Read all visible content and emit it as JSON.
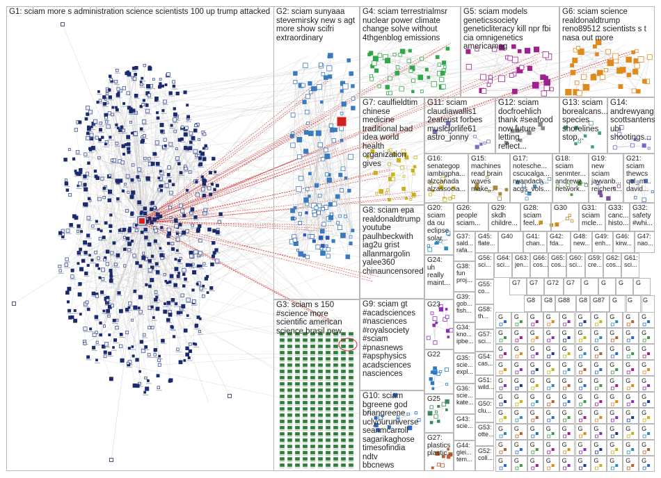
{
  "groups": [
    {
      "id": "G1",
      "text": "G1: sciam more s administration science scientists 100 up trump attacked"
    },
    {
      "id": "G2",
      "text": "G2: sciam sunyaaa\nstevemirsky new s agt\nmore show scifri\nextraordinary"
    },
    {
      "id": "G3",
      "text": "G3: sciam s 150\n#science more\nscientific american\nscience brasil new"
    },
    {
      "id": "G4",
      "text": "G4: sciam terrestrialmsr\nnuclear power climate\nchange solve without\n4thgenblog emissions"
    },
    {
      "id": "G5",
      "text": "G5: sciam models\ngeneticssociety\ngeneticliteracy kill npr fbi\ncia omnigenetics\namericamag"
    },
    {
      "id": "G6",
      "text": "G6: sciam science\nrealdonaldtrump\nreno89512 scientists s t\nnasa out more"
    },
    {
      "id": "G7",
      "text": "G7: caulfieldtim\nchinese medicine\ntraditional bad\nidea world health\norganization\ngives"
    },
    {
      "id": "G8",
      "text": "G8: sciam epa\nrealdonaldtrump\nyoutube\npaulhbeckwith\niag2u grist\nallanmargolin\nyalee360\nchinauncensored"
    },
    {
      "id": "G9",
      "text": "G9: sciam gt\n#acadsciences\n#nasciences\n#royalsociety\n#sciam\n#pnasnews\n#apsphysics\nacadsciences\nnasciences"
    },
    {
      "id": "G10",
      "text": "G10: sciam\nbgreene god\nbriangreene\nuclyouruniverse\nseanmcarroll\nsagarikaghose\ntimesofindia ndtv\nbbcnews"
    },
    {
      "id": "G11",
      "text": "G11: sciam\nclaudiawallis1\n2eaterist forbes\nmusicforlife61\nastro_jonny"
    },
    {
      "id": "G12",
      "text": "G12: sciam\ndocfroehlich\nthank #seafood\nnow future letting\nreflect..."
    },
    {
      "id": "G13",
      "text": "G13: sciam\nborealcans...\nspecies\nshorelines\nstop..."
    },
    {
      "id": "G14",
      "text": "G14:\nandrewyang\nscottsantens\nubi\nshootings..."
    },
    {
      "id": "G15",
      "text": "G15:\nmachines\nread brain\nwaves\nmake..."
    },
    {
      "id": "G16",
      "text": "G16:\nsenategop\niambigpha...\nalzcanada\nalzassocia..."
    },
    {
      "id": "G17",
      "text": "G17:\nnotesche...\ncscucalga...\nrwandach...\nacgs_vols..."
    },
    {
      "id": "G18",
      "text": "G18:\nsciam\nsenmter...\nandrewz...\nnetwork..."
    },
    {
      "id": "G19",
      "text": "G19:\nnew\nsciam\njayvanb...\nreichers..."
    },
    {
      "id": "G20",
      "text": "G20:\nsciam\nda ou\neclipse\nsolar..."
    },
    {
      "id": "G21",
      "text": "G21:\nsciam\nthewcs\nqol_m...\ndavid..."
    },
    {
      "id": "G22",
      "text": "G22"
    },
    {
      "id": "G23",
      "text": "G23"
    },
    {
      "id": "G24",
      "text": "G24:\nuh\nreally\nmaint..."
    },
    {
      "id": "G25",
      "text": "G25"
    },
    {
      "id": "G26",
      "text": "G26:\npeople\nsciam..."
    },
    {
      "id": "G27",
      "text": "G27:\nplastics\nplastic..."
    },
    {
      "id": "G28",
      "text": "G28:\nsciam\nfeel..."
    },
    {
      "id": "G29",
      "text": "G29:\nskdh\nchildre..."
    },
    {
      "id": "G30",
      "text": "G30"
    },
    {
      "id": "G31",
      "text": "G31:\nsciam\nmcle..."
    },
    {
      "id": "G32",
      "text": "G32:\nsafety\n#whi..."
    },
    {
      "id": "G33",
      "text": "G33:\ncanc...\nhisto..."
    },
    {
      "id": "G34",
      "text": "G34:\nkno...\nipbe..."
    },
    {
      "id": "G35",
      "text": "G35:\nscie...\nexpl..."
    },
    {
      "id": "G36",
      "text": "G36:\nscie...\nkate..."
    },
    {
      "id": "G37",
      "text": "G37:\nsald...\nrafa..."
    },
    {
      "id": "G38",
      "text": "G38:\nfun\nproj..."
    },
    {
      "id": "G39",
      "text": "G39:\ngob...\nfish..."
    },
    {
      "id": "G40",
      "text": "G40"
    },
    {
      "id": "G41",
      "text": "G41:\nchan..."
    },
    {
      "id": "G42",
      "text": "G42:\nfda..."
    },
    {
      "id": "G43",
      "text": "G43:\nscie..."
    },
    {
      "id": "G44",
      "text": "G44:\nglei...\ntem..."
    },
    {
      "id": "G45",
      "text": "G45:\nflate..."
    },
    {
      "id": "G46",
      "text": "G46:\nkirw..."
    },
    {
      "id": "G47",
      "text": "G47:\nnao..."
    },
    {
      "id": "G48",
      "text": "G48:\nnew..."
    },
    {
      "id": "G49",
      "text": "G49:\nenh..."
    },
    {
      "id": "G50",
      "text": "G50:\nclu..."
    },
    {
      "id": "G51",
      "text": "G51:\nwild..."
    },
    {
      "id": "G52",
      "text": "G52:\ncoll..."
    },
    {
      "id": "G53",
      "text": "G53:\notte..."
    },
    {
      "id": "G54",
      "text": "G54:\ncas..."
    },
    {
      "id": "G55",
      "text": "G55:\nco..."
    },
    {
      "id": "G56",
      "text": "G56:\nsci..."
    },
    {
      "id": "G57",
      "text": "G57:\nsci..."
    },
    {
      "id": "G58",
      "text": "G58:\nth..."
    },
    {
      "id": "G59",
      "text": "G59:\ncre..."
    },
    {
      "id": "G60",
      "text": "G60:\nsci..."
    },
    {
      "id": "G61",
      "text": "G61:\nsci..."
    },
    {
      "id": "G62",
      "text": "G62:\ncos..."
    },
    {
      "id": "G63",
      "text": "G63:\njen..."
    },
    {
      "id": "G64",
      "text": "G64:\nsci..."
    },
    {
      "id": "G65",
      "text": "G65:\ncos..."
    },
    {
      "id": "G66",
      "text": "G66:\ncos..."
    },
    {
      "id": "G7a",
      "text": "G7"
    },
    {
      "id": "G7b",
      "text": "G7"
    },
    {
      "id": "G72",
      "text": "G72"
    },
    {
      "id": "G7c",
      "text": "G7"
    },
    {
      "id": "G8a",
      "text": "G8"
    },
    {
      "id": "G8b",
      "text": "G8"
    },
    {
      "id": "G88",
      "text": "G88"
    },
    {
      "id": "G8c",
      "text": "G8"
    },
    {
      "id": "G87",
      "text": "G87"
    }
  ],
  "small_tile_label": "G",
  "colors": {
    "background": "#ffffff",
    "box_border": "#b8b8b8",
    "edge_gray": "#c8c8c8",
    "edge_red": "#d21f1f",
    "node_dark_blue": "#1a2a6c",
    "g2": "#3a7bbf",
    "g3": "#2e7d3a",
    "g4": "#2fa84a",
    "g5": "#a0208f",
    "g6": "#e08a1e",
    "g7": "#c9b11a",
    "g8": "#1f3a8a",
    "g9": "#8a2eb8",
    "g10": "#2a6ac8",
    "text": "#222222"
  }
}
